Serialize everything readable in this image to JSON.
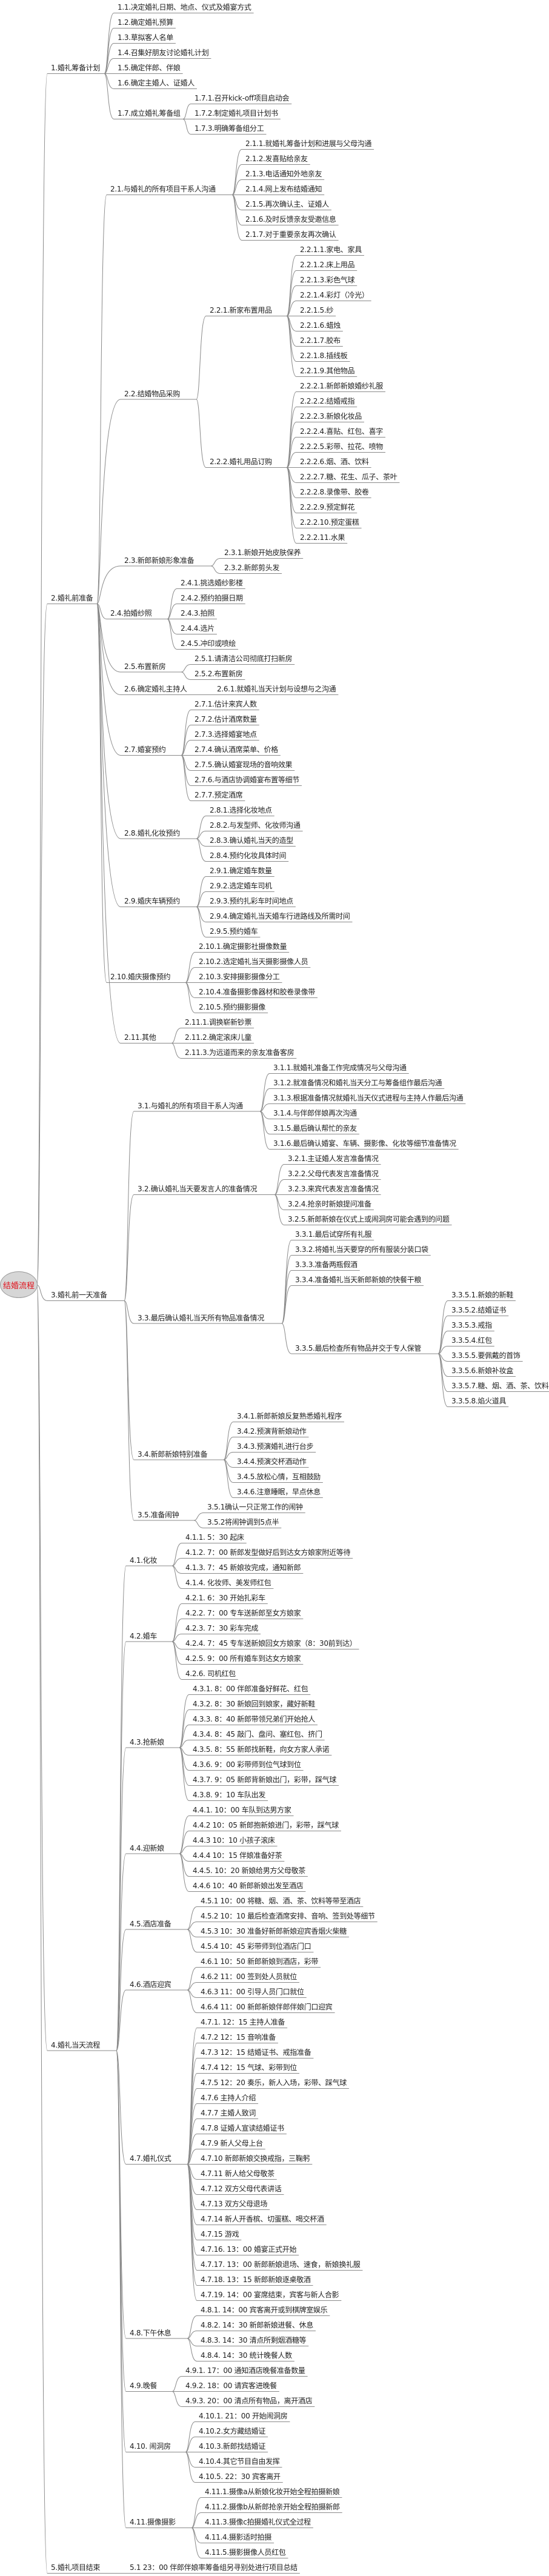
{
  "colors": {
    "root_text": "#e0101a",
    "root_fill": "#d6d6d6",
    "line": "#8a8a8a",
    "text": "#1e1e1e"
  },
  "tree": {
    "label": "结婚流程",
    "children": [
      {
        "label": "1.婚礼筹备计划",
        "children": [
          {
            "label": "1.1.决定婚礼日期、地点、仪式及婚宴方式"
          },
          {
            "label": "1.2.确定婚礼预算"
          },
          {
            "label": "1.3.草拟客人名单"
          },
          {
            "label": "1.4.召集好朋友讨论婚礼计划"
          },
          {
            "label": "1.5.确定伴郎、伴娘"
          },
          {
            "label": "1.6.确定主婚人、证婚人"
          },
          {
            "label": "1.7.成立婚礼筹备组",
            "children": [
              {
                "label": "1.7.1.召开kick-off项目启动会"
              },
              {
                "label": "1.7.2.制定婚礼项目计划书"
              },
              {
                "label": "1.7.3.明确筹备组分工"
              }
            ]
          }
        ]
      },
      {
        "label": "2.婚礼前准备",
        "children": [
          {
            "label": "2.1.与婚礼的所有项目干系人沟通",
            "children": [
              {
                "label": "2.1.1.就婚礼筹备计划和进展与父母沟通"
              },
              {
                "label": "2.1.2.发喜贴给亲友"
              },
              {
                "label": "2.1.3.电话通知外地亲友"
              },
              {
                "label": "2.1.4.网上发布结婚通知"
              },
              {
                "label": "2.1.5.再次确认主、证婚人"
              },
              {
                "label": "2.1.6.及时反馈亲友受邀信息"
              },
              {
                "label": "2.1.7.对于重要亲友再次确认"
              }
            ]
          },
          {
            "label": "2.2.结婚物品采购",
            "children": [
              {
                "label": "2.2.1.新家布置用品",
                "children": [
                  {
                    "label": "2.2.1.1.家电、家具"
                  },
                  {
                    "label": "2.2.1.2.床上用品"
                  },
                  {
                    "label": "2.2.1.3.彩色气球"
                  },
                  {
                    "label": "2.2.1.4.彩灯（冷光）"
                  },
                  {
                    "label": "2.2.1.5.纱"
                  },
                  {
                    "label": "2.2.1.6.蜡烛"
                  },
                  {
                    "label": "2.2.1.7.胶布"
                  },
                  {
                    "label": "2.2.1.8.插线板"
                  },
                  {
                    "label": "2.2.1.9.其他物品"
                  }
                ]
              },
              {
                "label": "2.2.2.婚礼用品订购",
                "children": [
                  {
                    "label": "2.2.2.1.新郎新娘婚纱礼服"
                  },
                  {
                    "label": "2.2.2.2.结婚戒指"
                  },
                  {
                    "label": "2.2.2.3.新娘化妆品"
                  },
                  {
                    "label": "2.2.2.4.喜贴、红包、喜字"
                  },
                  {
                    "label": "2.2.2.5.彩带、拉花、喷物"
                  },
                  {
                    "label": "2.2.2.6.烟、酒、饮料"
                  },
                  {
                    "label": "2.2.2.7.糖、花生、瓜子、茶叶"
                  },
                  {
                    "label": "2.2.2.8.录像带、胶卷"
                  },
                  {
                    "label": "2.2.2.9.预定鲜花"
                  },
                  {
                    "label": "2.2.2.10.预定蛋糕"
                  },
                  {
                    "label": "2.2.2.11.水果"
                  }
                ]
              }
            ]
          },
          {
            "label": "2.3.新郎新娘形象准备",
            "children": [
              {
                "label": "2.3.1.新娘开始皮肤保养"
              },
              {
                "label": "2.3.2.新郎剪头发"
              }
            ]
          },
          {
            "label": "2.4.拍婚纱照",
            "children": [
              {
                "label": "2.4.1.挑选婚纱影楼"
              },
              {
                "label": "2.4.2.预约拍摄日期"
              },
              {
                "label": "2.4.3.拍照"
              },
              {
                "label": "2.4.4.选片"
              },
              {
                "label": "2.4.5.冲印或喷绘"
              }
            ]
          },
          {
            "label": "2.5.布置新房",
            "children": [
              {
                "label": "2.5.1.请清洁公司彻底打扫新房"
              },
              {
                "label": "2.5.2.布置新房"
              }
            ]
          },
          {
            "label": "2.6.确定婚礼主持人",
            "children": [
              {
                "label": "2.6.1.就婚礼当天计划与设想与之沟通"
              }
            ]
          },
          {
            "label": "2.7.婚宴预约",
            "children": [
              {
                "label": "2.7.1.估计来宾人数"
              },
              {
                "label": "2.7.2.估计酒席数量"
              },
              {
                "label": "2.7.3.选择婚宴地点"
              },
              {
                "label": "2.7.4.确认酒席菜单、价格"
              },
              {
                "label": "2.7.5.确认婚宴现场的音响效果"
              },
              {
                "label": "2.7.6.与酒店协调婚宴布置等细节"
              },
              {
                "label": "2.7.7.预定酒席"
              }
            ]
          },
          {
            "label": "2.8.婚礼化妆预约",
            "children": [
              {
                "label": "2.8.1.选择化妆地点"
              },
              {
                "label": "2.8.2.与发型师、化妆师沟通"
              },
              {
                "label": "2.8.3.确认婚礼当天的造型"
              },
              {
                "label": "2.8.4.预约化妆具体时间"
              }
            ]
          },
          {
            "label": "2.9.婚庆车辆预约",
            "children": [
              {
                "label": "2.9.1.确定婚车数量"
              },
              {
                "label": "2.9.2.选定婚车司机"
              },
              {
                "label": "2.9.3.预约扎彩车时间地点"
              },
              {
                "label": "2.9.4.确定婚礼当天婚车行进路线及所需时间"
              },
              {
                "label": "2.9.5.预约婚车"
              }
            ]
          },
          {
            "label": "2.10.婚庆摄像预约",
            "children": [
              {
                "label": "2.10.1.确定摄影社摄像数量"
              },
              {
                "label": "2.10.2.选定婚礼当天摄影摄像人员"
              },
              {
                "label": "2.10.3.安排摄影摄像分工"
              },
              {
                "label": "2.10.4.准备摄影像器材和胶卷录像带"
              },
              {
                "label": "2.10.5.预约摄影摄像"
              }
            ]
          },
          {
            "label": "2.11.其他",
            "children": [
              {
                "label": "2.11.1.调换崭新钞票"
              },
              {
                "label": "2.11.2.确定滚床儿童"
              },
              {
                "label": "2.11.3.为远道而来的亲友准备客房"
              }
            ]
          }
        ]
      },
      {
        "label": "3.婚礼前一天准备",
        "children": [
          {
            "label": "3.1.与婚礼的所有项目干系人沟通",
            "children": [
              {
                "label": "3.1.1.就婚礼准备工作完成情况与父母沟通"
              },
              {
                "label": "3.1.2.就准备情况和婚礼当天分工与筹备组作最后沟通"
              },
              {
                "label": "3.1.3.根据准备情况就婚礼当天仪式进程与主持人作最后沟通"
              },
              {
                "label": "3.1.4.与伴郎伴娘再次沟通"
              },
              {
                "label": "3.1.5.最后确认帮忙的亲友"
              },
              {
                "label": "3.1.6.最后确认婚宴、车辆、摄影像、化妆等细节准备情况"
              }
            ]
          },
          {
            "label": "3.2.确认婚礼当天要发言人的准备情况",
            "children": [
              {
                "label": "3.2.1.主证婚人发言准备情况"
              },
              {
                "label": "3.2.2.父母代表发言准备情况"
              },
              {
                "label": "3.2.3.来宾代表发言准备情况"
              },
              {
                "label": "3.2.4.抢亲时新娘提问准备"
              },
              {
                "label": "3.2.5.新郎新娘在仪式上或闹洞房可能会遇到的问题"
              }
            ]
          },
          {
            "label": "3.3.最后确认婚礼当天所有物品准备情况",
            "children": [
              {
                "label": "3.3.1.最后试穿所有礼服"
              },
              {
                "label": "3.3.2.将婚礼当天要穿的所有服装分装口袋"
              },
              {
                "label": "3.3.3.准备两瓶假酒"
              },
              {
                "label": "3.3.4.准备婚礼当天新郎新娘的快餐干粮"
              },
              {
                "label": "3.3.5.最后检查所有物品并交于专人保管",
                "children": [
                  {
                    "label": "3.3.5.1.新娘的新鞋"
                  },
                  {
                    "label": "3.3.5.2.结婚证书"
                  },
                  {
                    "label": "3.3.5.3.戒指"
                  },
                  {
                    "label": "3.3.5.4.红包"
                  },
                  {
                    "label": "3.3.5.5.要佩戴的首饰"
                  },
                  {
                    "label": "3.3.5.6.新娘补妆盒"
                  },
                  {
                    "label": "3.3.5.7.糖、烟、酒、茶、饮料"
                  },
                  {
                    "label": "3.3.5.8.焰火道具"
                  }
                ]
              }
            ]
          },
          {
            "label": "3.4.新郎新娘特别准备",
            "children": [
              {
                "label": "3.4.1.新郎新娘反复熟悉婚礼程序"
              },
              {
                "label": "3.4.2.预演背新娘动作"
              },
              {
                "label": "3.4.3.预演婚礼进行台步"
              },
              {
                "label": "3.4.4.预演交杯酒动作"
              },
              {
                "label": "3.4.5.放松心情，互相鼓励"
              },
              {
                "label": "3.4.6.注意睡眠，早点休息"
              }
            ]
          },
          {
            "label": "3.5.准备闹钟",
            "children": [
              {
                "label": "3.5.1确认一只正常工作的闹钟"
              },
              {
                "label": "3.5.2将闹钟调到5点半"
              }
            ]
          }
        ]
      },
      {
        "label": "4.婚礼当天流程",
        "children": [
          {
            "label": "4.1.化妆",
            "children": [
              {
                "label": "4.1.1. 5：30 起床"
              },
              {
                "label": "4.1.2. 7：00 新郎发型做好后到达女方娘家附近等待"
              },
              {
                "label": "4.1.3. 7：45 新娘妆完成，通知新郎"
              },
              {
                "label": "4.1.4. 化妆师、美发师红包"
              }
            ]
          },
          {
            "label": "4.2.婚车",
            "children": [
              {
                "label": "4.2.1. 6：30 开始扎彩车"
              },
              {
                "label": "4.2.2. 7：00 专车送新郎至女方娘家"
              },
              {
                "label": "4.2.3. 7：30 彩车完成"
              },
              {
                "label": "4.2.4. 7：45 专车送新娘回女方娘家（8：30前到达）"
              },
              {
                "label": "4.2.5. 9：00 所有婚车到达女方娘家"
              },
              {
                "label": "4.2.6. 司机红包"
              }
            ]
          },
          {
            "label": "4.3.抢新娘",
            "children": [
              {
                "label": "4.3.1. 8：00 伴郎准备好鲜花、红包"
              },
              {
                "label": "4.3.2. 8：30 新娘回到娘家，藏好新鞋"
              },
              {
                "label": "4.3.3. 8：40 新郎带领兄弟们开始抢人"
              },
              {
                "label": "4.3.4. 8：45 敲门、盘问、塞红包、挤门"
              },
              {
                "label": "4.3.5. 8：55 新郎找新鞋，向女方家人承诺"
              },
              {
                "label": "4.3.6. 9：00 彩带师到位气球到位"
              },
              {
                "label": "4.3.7. 9：05 新郎背新娘出门，彩带，踩气球"
              },
              {
                "label": "4.3.8. 9：10 车队出发"
              }
            ]
          },
          {
            "label": "4.4.迎新娘",
            "children": [
              {
                "label": "4.4.1. 10：00 车队到达男方家"
              },
              {
                "label": "4.4.2 10：05 新郎抱新娘进门，彩带，踩气球"
              },
              {
                "label": "4.4.3 10：10 小孩子滚床"
              },
              {
                "label": "4.4.4 10：15 伴娘准备好茶"
              },
              {
                "label": "4.4.5. 10：20 新娘给男方父母敬茶"
              },
              {
                "label": "4.4.6 10：40 新郎新娘出发至酒店"
              }
            ]
          },
          {
            "label": "4.5.酒店准备",
            "children": [
              {
                "label": "4.5.1 10：00 将糖、烟、酒、茶、饮料等带至酒店"
              },
              {
                "label": "4.5.2 10：10 最后检查酒席安排、音响、签到处等细节"
              },
              {
                "label": "4.5.3 10：30 准备好新郎新娘迎宾香烟火柴糖"
              },
              {
                "label": "4.5.4 10：45 彩带师到位酒店门口"
              }
            ]
          },
          {
            "label": "4.6.酒店迎宾",
            "children": [
              {
                "label": "4.6.1 10：50 新郎新娘到酒店，彩带"
              },
              {
                "label": "4.6.2 11：00 签到处人员就位"
              },
              {
                "label": "4.6.3 11：00 引导人员门口就位"
              },
              {
                "label": "4.6.4 11：00 新郎新娘伴郎伴娘门口迎宾"
              }
            ]
          },
          {
            "label": "4.7.婚礼仪式",
            "children": [
              {
                "label": "4.7.1. 12：15 主持人准备"
              },
              {
                "label": "4.7.2 12：15 音响准备"
              },
              {
                "label": "4.7.3 12：15 结婚证书、戒指准备"
              },
              {
                "label": "4.7.4 12：15 气球、彩带到位"
              },
              {
                "label": "4.7.5 12：20 奏乐，新人入场，彩带、踩气球"
              },
              {
                "label": "4.7.6 主持人介绍"
              },
              {
                "label": "4.7.7 主婚人致词"
              },
              {
                "label": "4.7.8 证婚人宣读结婚证书"
              },
              {
                "label": "4.7.9 新人父母上台"
              },
              {
                "label": "4.7.10 新郎新娘交换戒指，三鞠躬"
              },
              {
                "label": "4.7.11 新人给父母敬茶"
              },
              {
                "label": "4.7.12 双方父母代表讲话"
              },
              {
                "label": "4.7.13 双方父母退场"
              },
              {
                "label": "4.7.14 新人开香槟、切蛋糕、喝交杯酒"
              },
              {
                "label": "4.7.15 游戏"
              },
              {
                "label": "4.7.16. 13：00 婚宴正式开始"
              },
              {
                "label": "4.7.17. 13：00 新郎新娘退场、速食，新娘换礼服"
              },
              {
                "label": "4.7.18. 13：15 新郎新娘逐桌敬酒"
              },
              {
                "label": "4.7.19. 14：00 宴席结束，宾客与新人合影"
              }
            ]
          },
          {
            "label": "4.8.下午休息",
            "children": [
              {
                "label": "4.8.1. 14：00 宾客离开或到棋牌室娱乐"
              },
              {
                "label": "4.8.2. 14：30 新郎新娘进餐、休息"
              },
              {
                "label": "4.8.3. 14：30 清点所剩烟酒糖等"
              },
              {
                "label": "4.8.4. 14：30 统计晚餐人数"
              }
            ]
          },
          {
            "label": "4.9.晚餐",
            "children": [
              {
                "label": "4.9.1. 17：00 通知酒店晚餐准备数量"
              },
              {
                "label": "4.9.2. 18：00 请宾客进晚餐"
              },
              {
                "label": "4.9.3. 20：00 清点所有物品，离开酒店"
              }
            ]
          },
          {
            "label": "4.10. 闹洞房",
            "children": [
              {
                "label": "4.10.1. 21：00 开始闹洞房"
              },
              {
                "label": "4.10.2.女方藏结婚证"
              },
              {
                "label": "4.10.3.新郎找结婚证"
              },
              {
                "label": "4.10.4.其它节目自由发挥"
              },
              {
                "label": "4.10.5. 22：30 宾客离开"
              }
            ]
          },
          {
            "label": "4.11.摄像摄影",
            "children": [
              {
                "label": "4.11.1.摄像a从新娘化妆开始全程拍摄新娘"
              },
              {
                "label": "4.11.2.摄像b从新郎抢亲开始全程拍摄新郎"
              },
              {
                "label": "4.11.3.摄像c拍摄婚礼仪式全过程"
              },
              {
                "label": "4.11.4.摄影适时拍摄"
              },
              {
                "label": "4.11.5.摄影摄像人员红包"
              }
            ]
          }
        ]
      },
      {
        "label": "5.婚礼项目结束",
        "children": [
          {
            "label": "5.1 23：00 伴郎伴娘率筹备组另寻别处进行项目总结"
          }
        ]
      }
    ]
  }
}
